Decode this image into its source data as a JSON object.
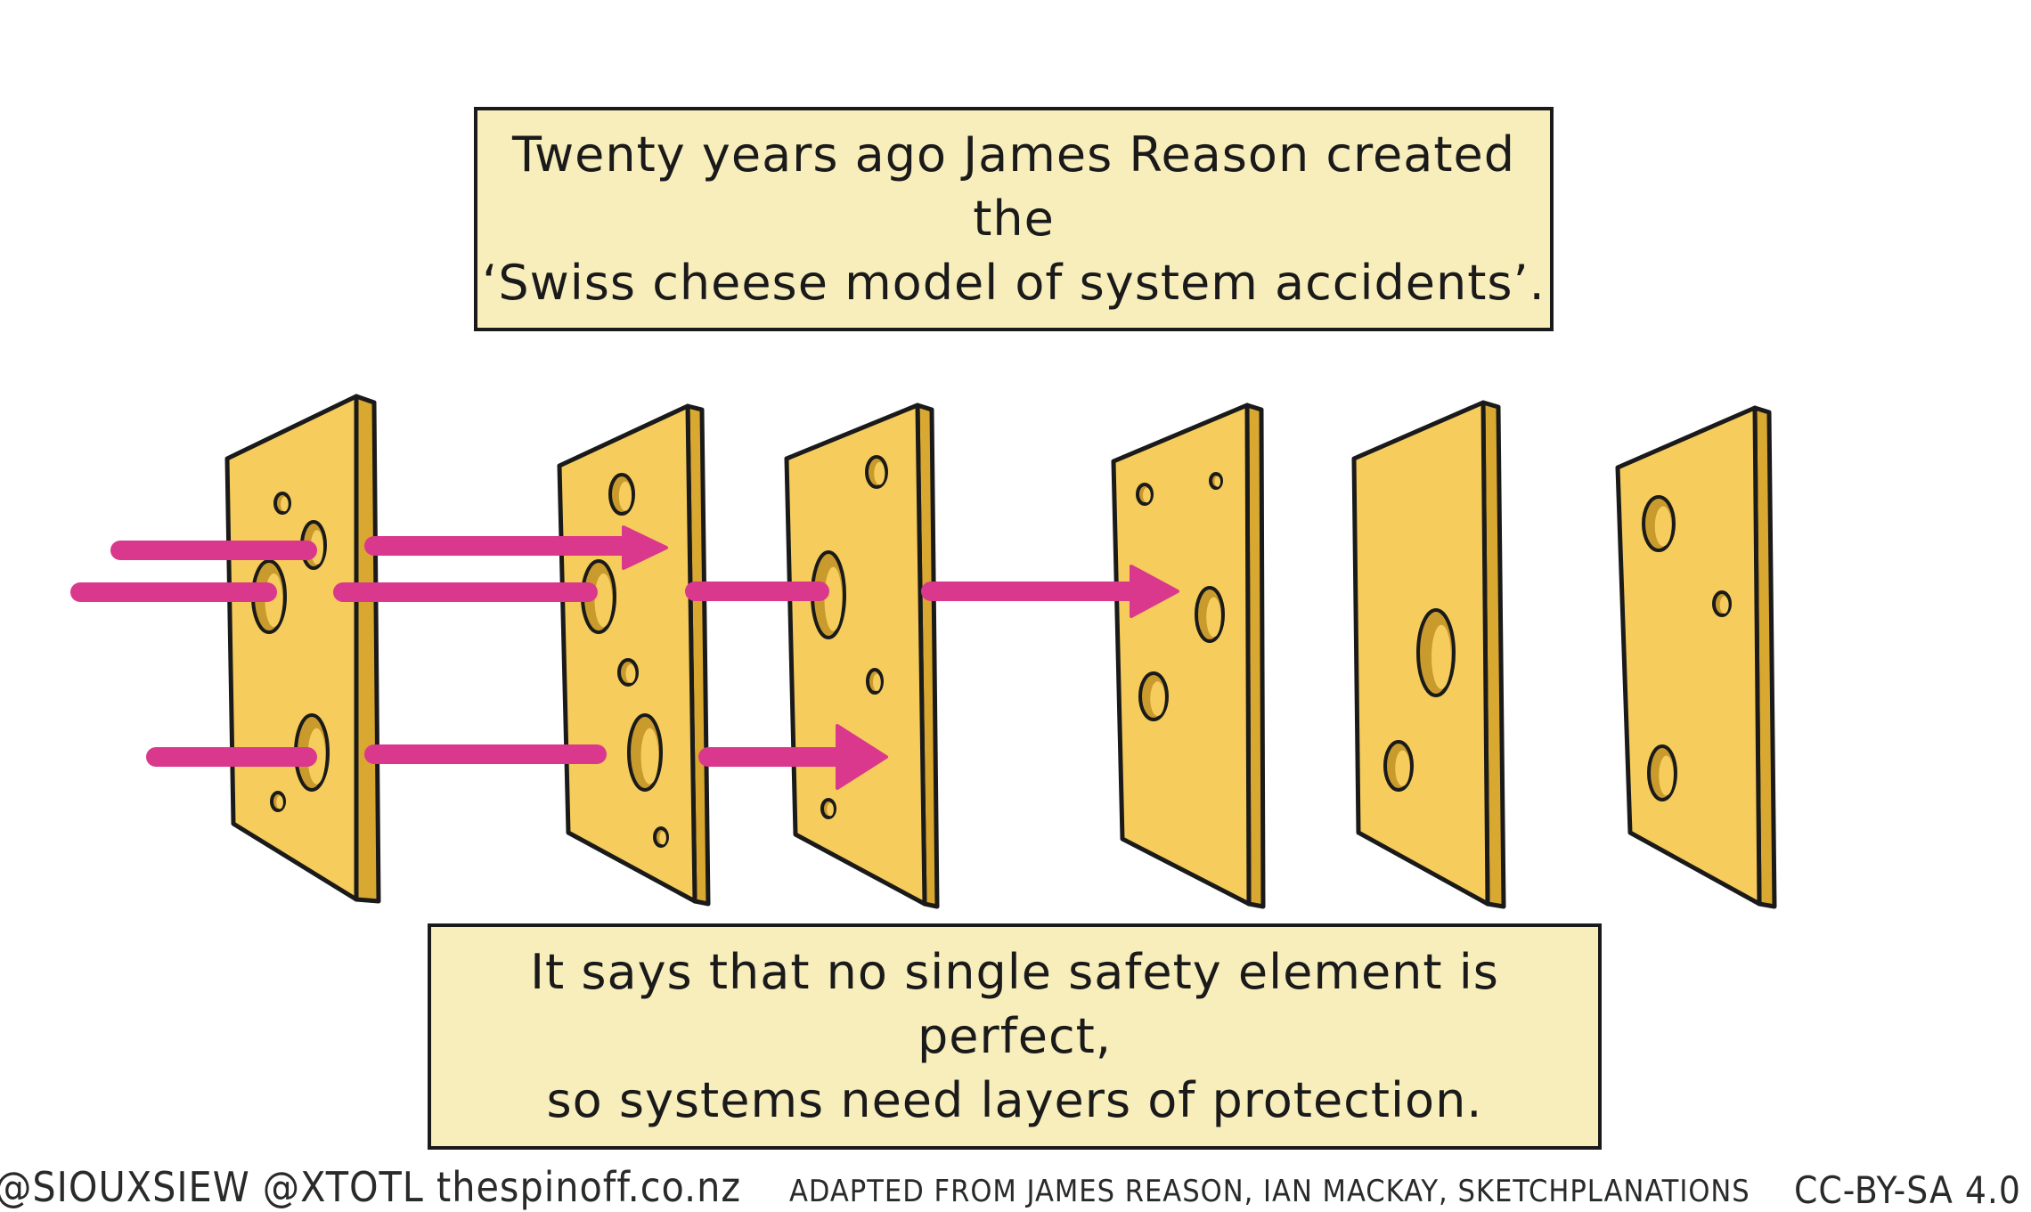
{
  "top_caption": {
    "line1": "Twenty years ago James Reason created the",
    "line2": "‘Swiss cheese model of system accidents’."
  },
  "bottom_caption": {
    "line1": "It says that no single safety element is perfect,",
    "line2": "so systems need layers of protection."
  },
  "footer": {
    "credits": "@SIOUXSIEW @XTOTL thespinoff.co.nz",
    "adapted": "ADAPTED FROM JAMES REASON, IAN MACKAY, SKETCHPLANATIONS",
    "license": "CC-BY-SA 4.0"
  },
  "colors": {
    "cheese_face": "#f6cd5c",
    "cheese_edge": "#d9a830",
    "hole": "#c99a2c",
    "arrow": "#d9388c",
    "caption_bg": "#f8eebc",
    "outline": "#1a1a1a"
  },
  "slices": [
    {
      "name": "slice-1"
    },
    {
      "name": "slice-2"
    },
    {
      "name": "slice-3"
    },
    {
      "name": "slice-4"
    },
    {
      "name": "slice-5"
    },
    {
      "name": "slice-6"
    }
  ],
  "arrows": [
    {
      "name": "arrow-upper"
    },
    {
      "name": "arrow-middle"
    },
    {
      "name": "arrow-lower"
    }
  ]
}
